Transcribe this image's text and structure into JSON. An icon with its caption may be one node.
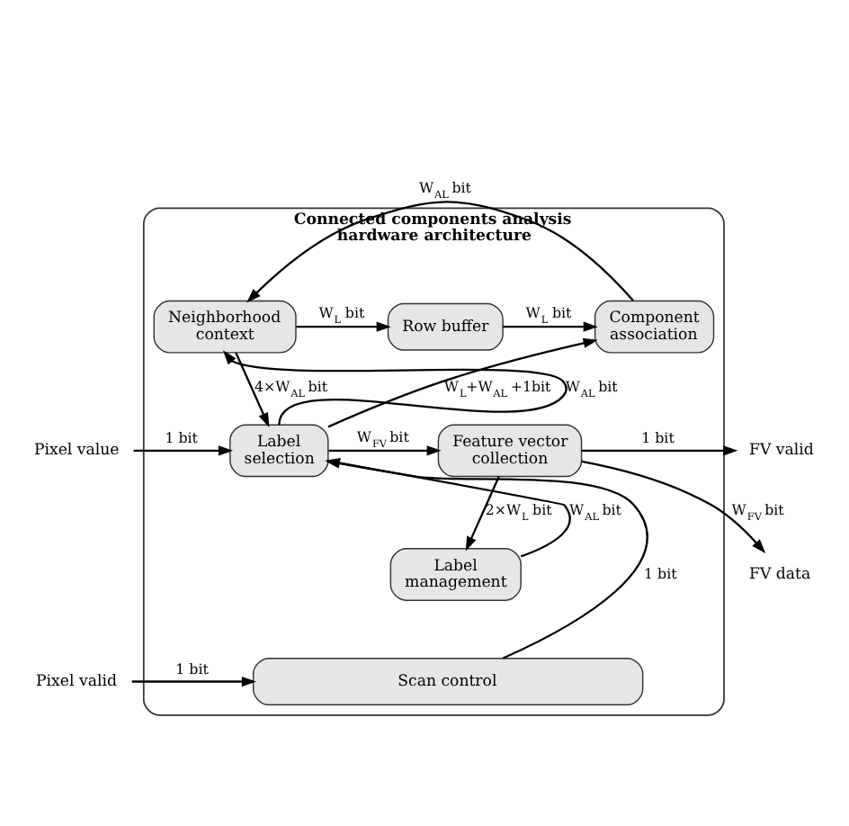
{
  "diagram": {
    "nodes": [
      {
        "text": [
          "Connected components analysis hardware architecture"
        ]
      },
      {
        "text": [
          "Neighborhood context"
        ],
        "in": 0
      },
      {
        "text": [
          "Row buffer"
        ],
        "in": 0
      },
      {
        "text": [
          "Component association"
        ],
        "in": 0
      },
      {
        "text": [
          "Label selection"
        ],
        "in": 0
      },
      {
        "text": [
          "Feature vector collection"
        ],
        "in": 0
      },
      {
        "text": [
          "Label management"
        ],
        "in": 0
      },
      {
        "text": [
          "Scan control"
        ],
        "in": 0
      },
      {
        "text": [
          "Pixel value"
        ]
      },
      {
        "text": [
          "Pixel valid"
        ]
      },
      {
        "text": [
          "FV valid"
        ]
      },
      {
        "text": [
          "FV data"
        ]
      }
    ],
    "edges": [
      {
        "from": 1,
        "to": 2,
        "arrow": "to",
        "label": "W$_{L}$ bit"
      },
      {
        "from": 2,
        "to": 3,
        "arrow": "to",
        "label": "W$_{L}$ bit"
      },
      {
        "from": 3,
        "to": 1,
        "arrow": "to",
        "label": "W$_{AL}$ bit"
      },
      {
        "from": 1,
        "to": 4,
        "arrow": "to",
        "label": "4×W$_{AL}$ bit"
      },
      {
        "from": 4,
        "to": 1,
        "arrow": "to",
        "label": "W$_{AL}$ bit"
      },
      {
        "from": 4,
        "to": 3,
        "arrow": "to",
        "label": "W$_{L}$+W$_{AL}$ +1bit"
      },
      {
        "from": 4,
        "to": 5,
        "arrow": "to",
        "label": "W$_{FV}$ bit"
      },
      {
        "from": 5,
        "to": 10,
        "arrow": "to",
        "label": "1 bit"
      },
      {
        "from": 5,
        "to": 11,
        "arrow": "to",
        "label": "W$_{FV}$ bit"
      },
      {
        "from": 5,
        "to": 6,
        "arrow": "to",
        "label": "2×W$_{L}$ bit"
      },
      {
        "from": 6,
        "to": 4,
        "arrow": "to",
        "label": "W$_{AL}$ bit"
      },
      {
        "from": 8,
        "to": 4,
        "arrow": "to",
        "label": "1 bit"
      },
      {
        "from": 9,
        "to": 7,
        "arrow": "to",
        "label": "1 bit"
      },
      {
        "from": 7,
        "to": 4,
        "arrow": "to",
        "label": "1 bit"
      }
    ]
  }
}
